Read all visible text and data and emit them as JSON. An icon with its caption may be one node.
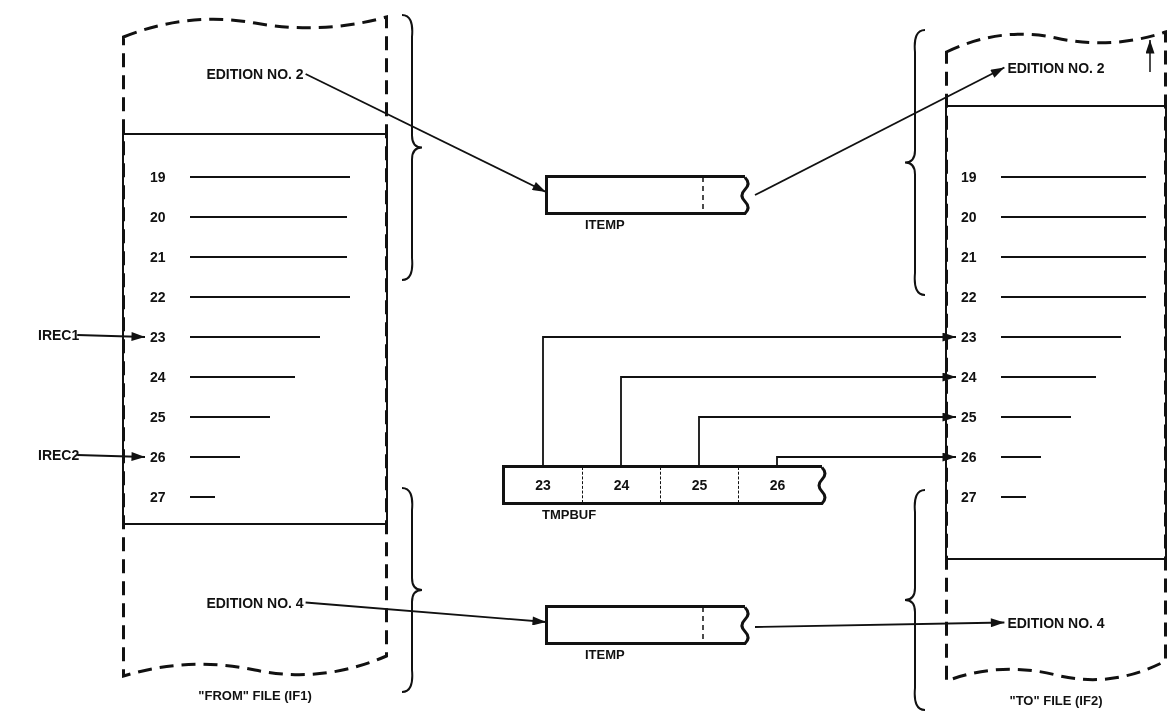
{
  "diagram": {
    "nodes": [
      {
        "text": [],
        "shape": "box",
        "beside": [
          "\"FROM\" FILE (IF1)"
        ]
      },
      {
        "text": [
          "EDITION NO. 2"
        ],
        "in": 0
      },
      {
        "text": [],
        "shape": "box",
        "in": 0
      },
      {
        "text": [
          "19"
        ],
        "in": 2
      },
      {
        "text": [
          "20"
        ],
        "in": 2
      },
      {
        "text": [
          "21"
        ],
        "in": 2
      },
      {
        "text": [
          "22"
        ],
        "in": 2
      },
      {
        "text": [
          "23"
        ],
        "in": 2
      },
      {
        "text": [
          "24"
        ],
        "in": 2
      },
      {
        "text": [
          "25"
        ],
        "in": 2
      },
      {
        "text": [
          "26"
        ],
        "in": 2
      },
      {
        "text": [
          "27"
        ],
        "in": 2
      },
      {
        "text": [
          "EDITION NO. 4"
        ],
        "in": 0
      },
      {
        "text": [
          "IREC1"
        ]
      },
      {
        "text": [
          "IREC2"
        ]
      },
      {
        "text": [
          "ITEMP"
        ]
      },
      {
        "text": [
          "TMPBUF"
        ]
      },
      {
        "text": [
          "23"
        ],
        "in": 16
      },
      {
        "text": [
          "24"
        ],
        "in": 16
      },
      {
        "text": [
          "25"
        ],
        "in": 16
      },
      {
        "text": [
          "26"
        ],
        "in": 16
      },
      {
        "text": [
          "ITEMP"
        ]
      },
      {
        "text": [],
        "shape": "box",
        "beside": [
          "\"TO\" FILE (IF2)"
        ]
      },
      {
        "text": [
          "EDITION NO. 2"
        ],
        "in": 22
      },
      {
        "text": [],
        "shape": "box",
        "in": 22
      },
      {
        "text": [
          "19"
        ],
        "in": 24
      },
      {
        "text": [
          "20"
        ],
        "in": 24
      },
      {
        "text": [
          "21"
        ],
        "in": 24
      },
      {
        "text": [
          "22"
        ],
        "in": 24
      },
      {
        "text": [
          "23"
        ],
        "in": 24
      },
      {
        "text": [
          "24"
        ],
        "in": 24
      },
      {
        "text": [
          "25"
        ],
        "in": 24
      },
      {
        "text": [
          "26"
        ],
        "in": 24
      },
      {
        "text": [
          "27"
        ],
        "in": 24
      },
      {
        "text": [
          "EDITION NO. 4"
        ],
        "in": 22
      }
    ],
    "edges": [
      {
        "from": 1,
        "to": 15,
        "arrow": "to"
      },
      {
        "from": 15,
        "to": 23,
        "arrow": "to"
      },
      {
        "from": 13,
        "to": 7,
        "arrow": "to"
      },
      {
        "from": 14,
        "to": 10,
        "arrow": "to"
      },
      {
        "from": 17,
        "to": 29,
        "arrow": "to"
      },
      {
        "from": 18,
        "to": 30,
        "arrow": "to"
      },
      {
        "from": 19,
        "to": 31,
        "arrow": "to"
      },
      {
        "from": 20,
        "to": 32,
        "arrow": "to"
      },
      {
        "from": 12,
        "to": 21,
        "arrow": "to"
      },
      {
        "from": 21,
        "to": 34,
        "arrow": "to"
      }
    ]
  }
}
